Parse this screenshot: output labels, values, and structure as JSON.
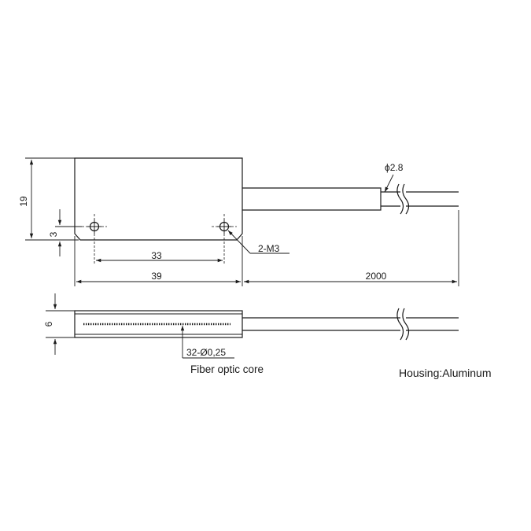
{
  "dimensions": {
    "height": "19",
    "hole_offset": "3",
    "hole_spacing": "33",
    "width": "39",
    "cable_length": "2000",
    "thickness": "6",
    "cable_diameter": "ϕ2.8",
    "mount_holes": "2-M3"
  },
  "callouts": {
    "fiber_spec": "32-Ø0,25",
    "fiber_label": "Fiber optic core"
  },
  "notes": {
    "housing": "Housing:Aluminum"
  }
}
